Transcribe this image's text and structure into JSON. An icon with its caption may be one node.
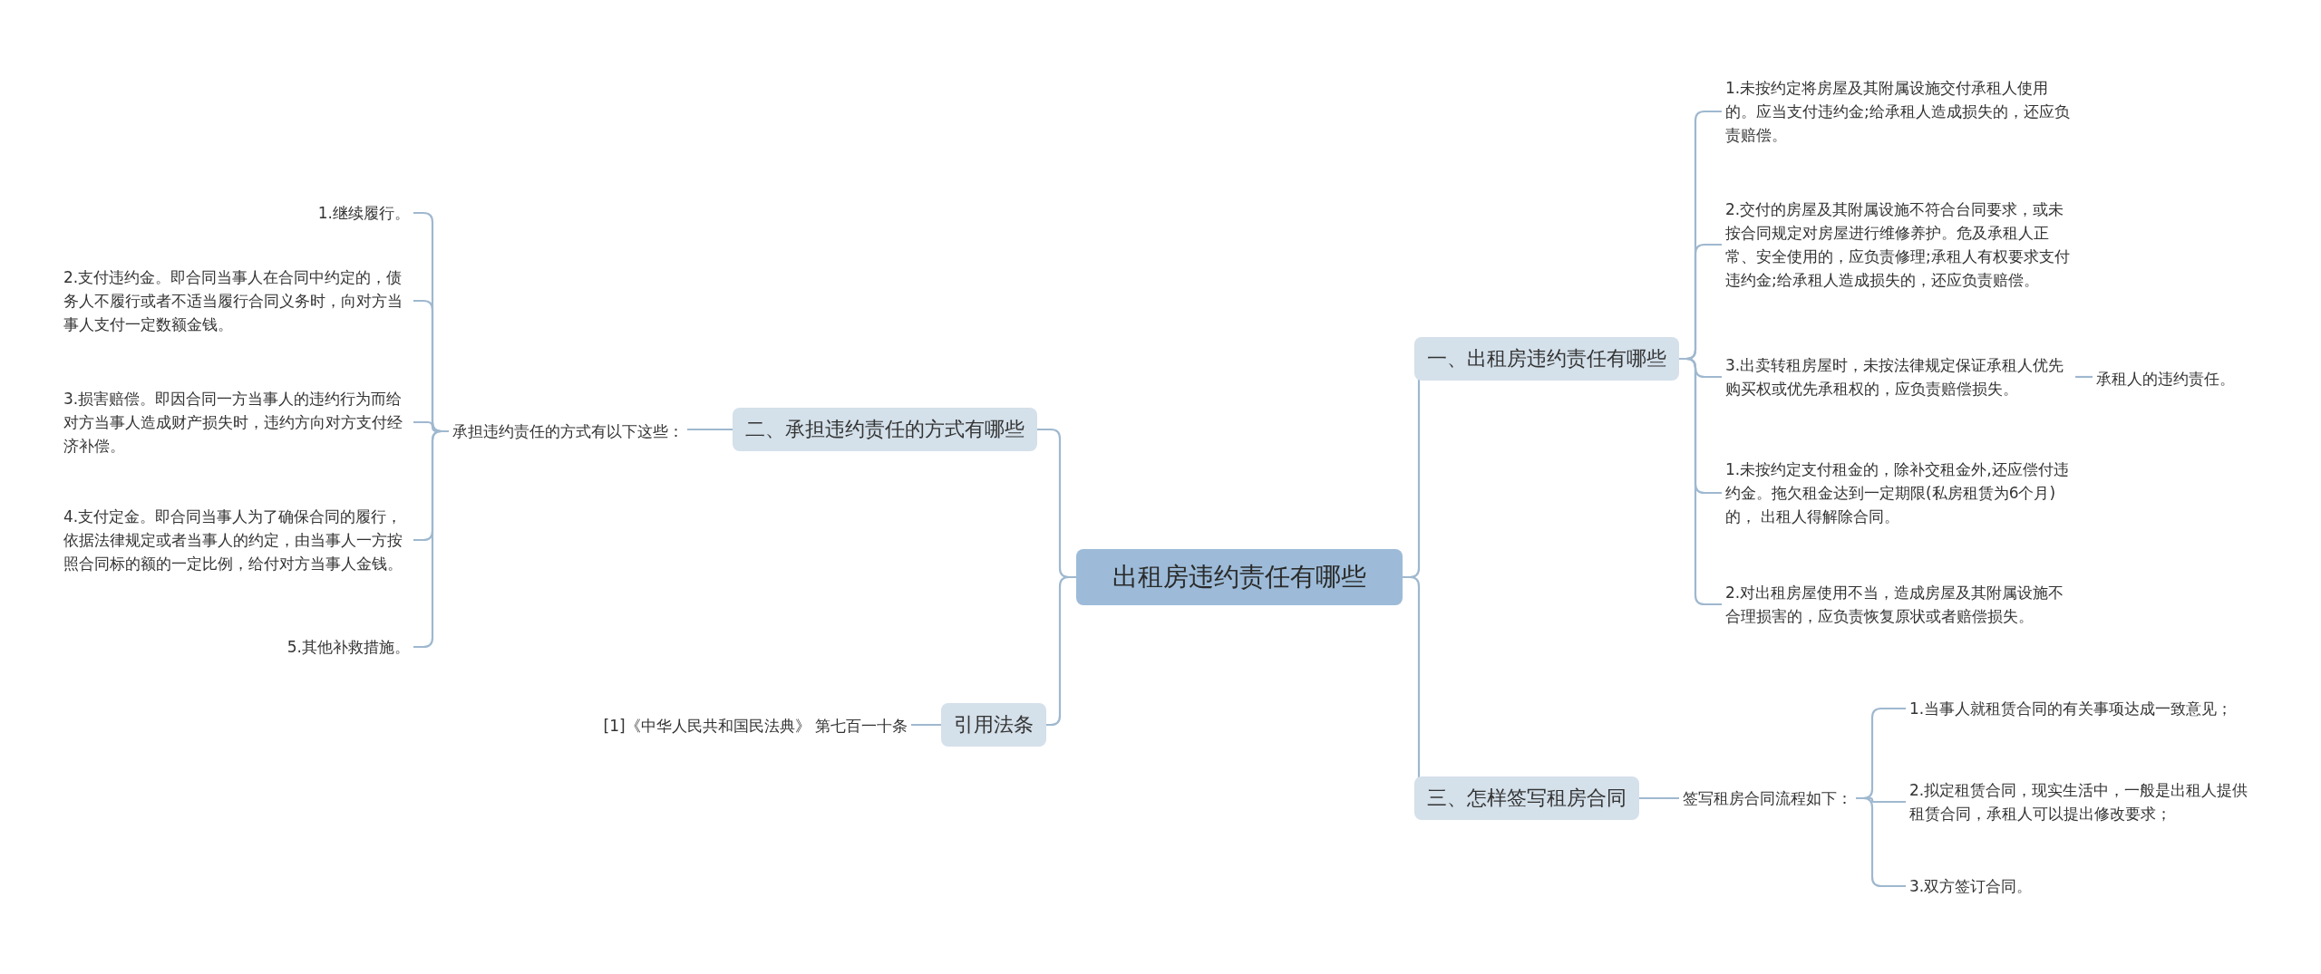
{
  "diagram": {
    "nodes": [
      {
        "text": [
          "出租房违约责任有哪些"
        ]
      },
      {
        "text": [
          "一、出租房违约责任有哪些"
        ]
      },
      {
        "text": [
          "1.未按约定将房屋及其附属设施交付承租人使用的。应当支付违约金;给承租人造成损失的，还应负责赔偿。"
        ]
      },
      {
        "text": [
          "2.交付的房屋及其附属设施不符合台同要求，或未按合同规定对房屋进行维修养护。危及承租人正常、安全使用的，应负责修理;承租人有权要求支付违约金;给承租人造成损失的，还应负责赔偿。"
        ]
      },
      {
        "text": [
          "3.出卖转租房屋时，未按法律规定保证承租人优先购买权或优先承租权的，应负责赔偿损失。"
        ]
      },
      {
        "text": [
          "承租人的违约责任。"
        ]
      },
      {
        "text": [
          "1.未按约定支付租金的，除补交租金外,还应偿付违约金。拖欠租金达到一定期限(私房租赁为6个月)的， 出租人得解除合同。"
        ]
      },
      {
        "text": [
          "2.对出租房屋使用不当，造成房屋及其附属设施不合理损害的，应负责恢复原状或者赔偿损失。"
        ]
      },
      {
        "text": [
          "三、怎样签写租房合同"
        ]
      },
      {
        "text": [
          "签写租房合同流程如下："
        ]
      },
      {
        "text": [
          "1.当事人就租赁合同的有关事项达成一致意见；"
        ]
      },
      {
        "text": [
          "2.拟定租赁合同，现实生活中，一般是出租人提供租赁合同，承租人可以提出修改要求；"
        ]
      },
      {
        "text": [
          "3.双方签订合同。"
        ]
      },
      {
        "text": [
          "二、承担违约责任的方式有哪些"
        ]
      },
      {
        "text": [
          "承担违约责任的方式有以下这些："
        ]
      },
      {
        "text": [
          "1.继续履行。"
        ]
      },
      {
        "text": [
          "2.支付违约金。即合同当事人在合同中约定的，债务人不履行或者不适当履行合同义务时，向对方当事人支付一定数额金钱。"
        ]
      },
      {
        "text": [
          "3.损害赔偿。即因合同一方当事人的违约行为而给对方当事人造成财产损失时，违约方向对方支付经济补偿。"
        ]
      },
      {
        "text": [
          "4.支付定金。即合同当事人为了确保合同的履行，依据法律规定或者当事人的约定，由当事人一方按照合同标的额的一定比例，给付对方当事人金钱。"
        ]
      },
      {
        "text": [
          "5.其他补救措施。"
        ]
      },
      {
        "text": [
          "引用法条"
        ]
      },
      {
        "text": [
          "[1]《中华人民共和国民法典》 第七百一十条"
        ]
      }
    ],
    "edges": [
      {
        "from": 0,
        "to": 1,
        "arrow": "none"
      },
      {
        "from": 1,
        "to": 2,
        "arrow": "none"
      },
      {
        "from": 1,
        "to": 3,
        "arrow": "none"
      },
      {
        "from": 1,
        "to": 4,
        "arrow": "none"
      },
      {
        "from": 4,
        "to": 5,
        "arrow": "none"
      },
      {
        "from": 1,
        "to": 6,
        "arrow": "none"
      },
      {
        "from": 1,
        "to": 7,
        "arrow": "none"
      },
      {
        "from": 0,
        "to": 8,
        "arrow": "none"
      },
      {
        "from": 8,
        "to": 9,
        "arrow": "none"
      },
      {
        "from": 9,
        "to": 10,
        "arrow": "none"
      },
      {
        "from": 9,
        "to": 11,
        "arrow": "none"
      },
      {
        "from": 9,
        "to": 12,
        "arrow": "none"
      },
      {
        "from": 0,
        "to": 13,
        "arrow": "none"
      },
      {
        "from": 13,
        "to": 14,
        "arrow": "none"
      },
      {
        "from": 14,
        "to": 15,
        "arrow": "none"
      },
      {
        "from": 14,
        "to": 16,
        "arrow": "none"
      },
      {
        "from": 14,
        "to": 17,
        "arrow": "none"
      },
      {
        "from": 14,
        "to": 18,
        "arrow": "none"
      },
      {
        "from": 14,
        "to": 19,
        "arrow": "none"
      },
      {
        "from": 0,
        "to": 20,
        "arrow": "none"
      },
      {
        "from": 20,
        "to": 21,
        "arrow": "none"
      }
    ]
  }
}
